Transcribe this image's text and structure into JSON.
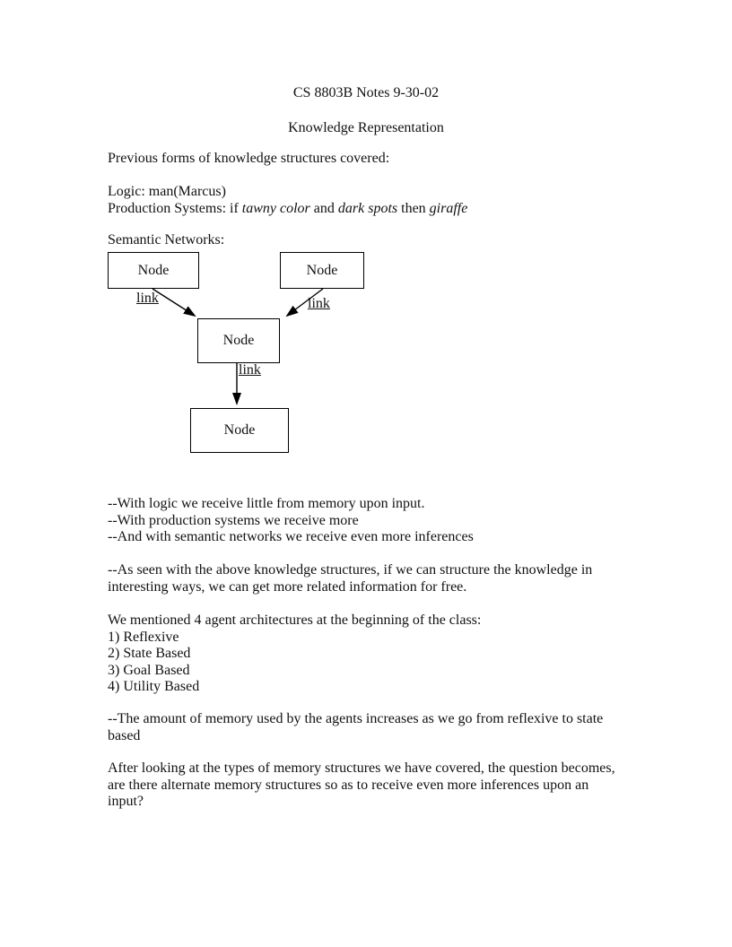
{
  "colors": {
    "text": "#111111",
    "background": "#ffffff",
    "line": "#000000"
  },
  "header": {
    "course_title": "CS 8803B Notes 9-30-02",
    "subtitle": "Knowledge Representation"
  },
  "intro": {
    "covered": "Previous forms of knowledge structures covered:",
    "logic": "Logic: man(Marcus)",
    "production": {
      "prefix": "Production Systems: if ",
      "condition1": "tawny color",
      "conjunction": " and ",
      "condition2": "dark spots",
      "then_word": " then ",
      "result": "giraffe"
    },
    "semantic_heading": "Semantic Networks:"
  },
  "diagram": {
    "nodes": [
      {
        "label": "Node"
      },
      {
        "label": "Node"
      },
      {
        "label": "Node"
      },
      {
        "label": "Node"
      }
    ],
    "links": [
      {
        "label": "link"
      },
      {
        "label": "link"
      },
      {
        "label": "link"
      }
    ]
  },
  "body": {
    "observations": [
      "--With logic we receive little from memory upon input.",
      "--With production systems we receive more",
      "--And with semantic networks we receive even more inferences"
    ],
    "structure_note": [
      "--As seen with the above knowledge structures, if we can structure the knowledge in",
      "interesting ways, we can get more related information for free."
    ],
    "agents_heading": "We mentioned 4 agent architectures at the beginning of the class:",
    "agents": [
      "1) Reflexive",
      "2) State Based",
      "3) Goal Based",
      "4) Utility Based"
    ],
    "memory_note": [
      "--The amount of memory used by the agents increases as we go from reflexive to state",
      "based"
    ],
    "closing_question": [
      "After looking at the types of memory structures we have covered, the question becomes,",
      "are there alternate memory structures so as to receive even more inferences upon an",
      "input?"
    ]
  }
}
